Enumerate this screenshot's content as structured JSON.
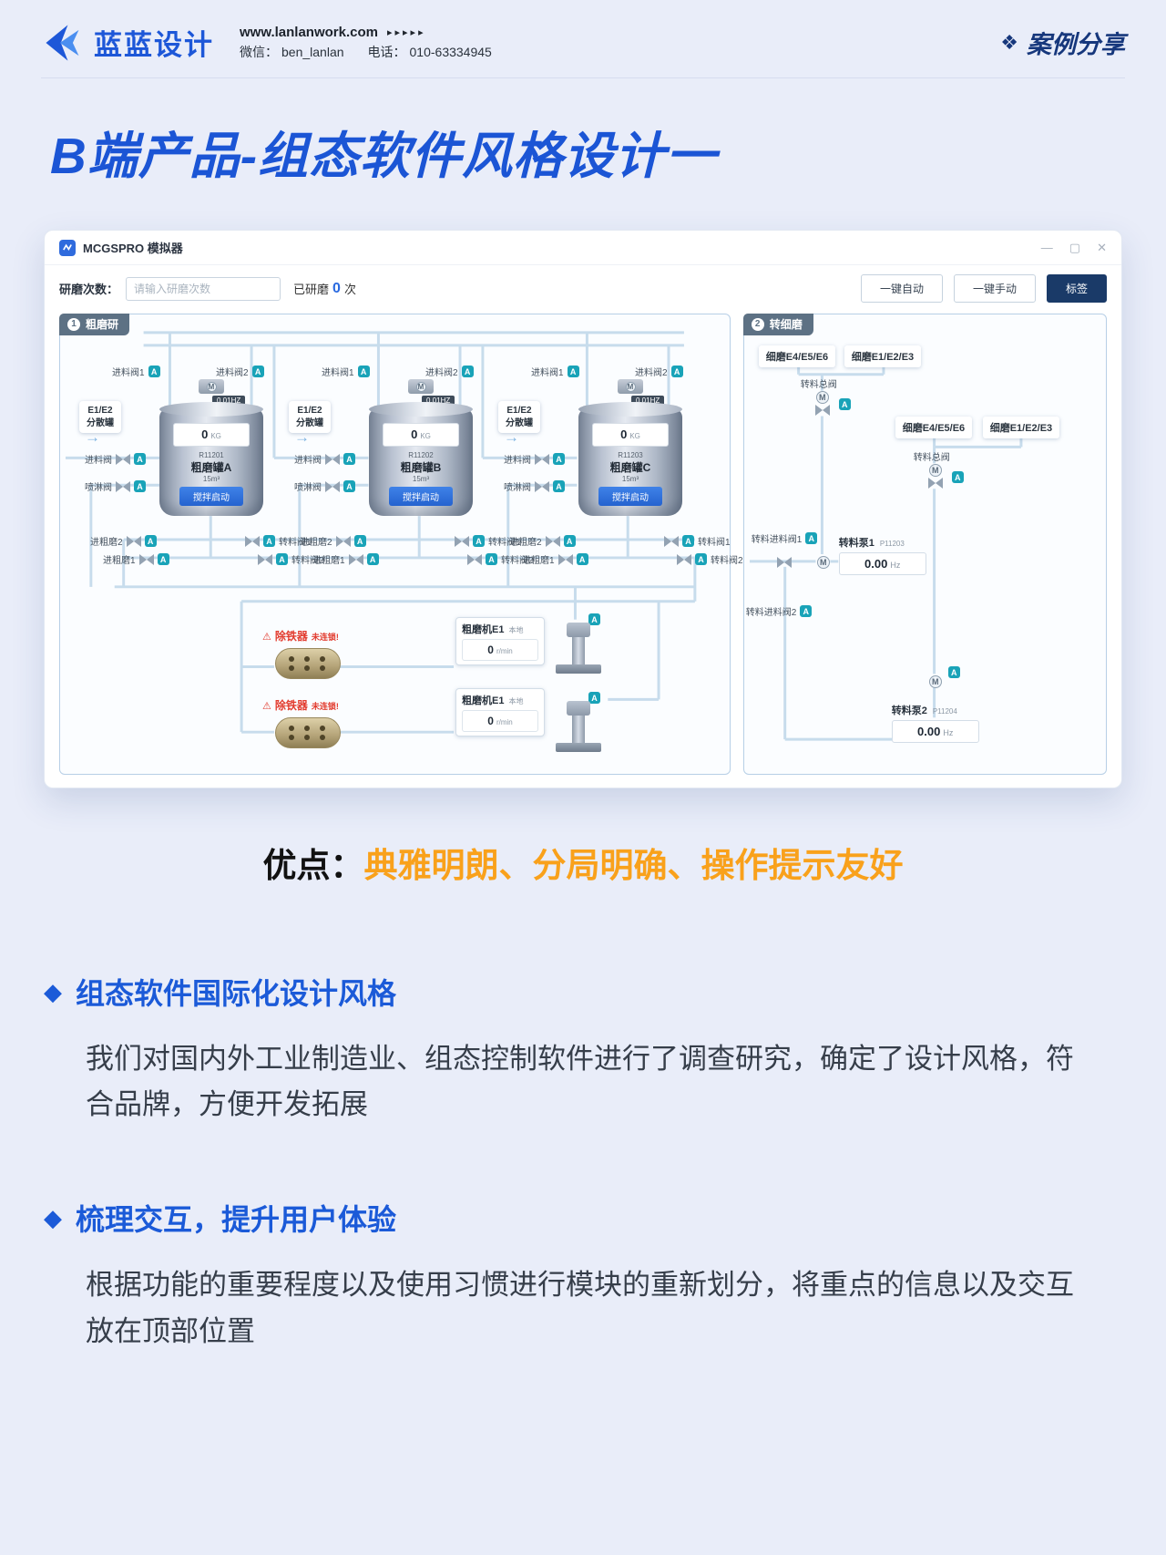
{
  "icons": {
    "minimize": "—",
    "maximize": "▢",
    "close": "✕",
    "warning": "⚠",
    "diamond": "◆",
    "arrow": "→",
    "sparkle": "❖",
    "arrows": "▸▸▸▸▸"
  },
  "page": {
    "header": {
      "logo_text": "蓝蓝设计",
      "website": "www.lanlanwork.com",
      "wechat_label": "微信：",
      "wechat": "ben_lanlan",
      "phone_label": "电话：",
      "phone": "010-63334945",
      "badge": "案例分享"
    },
    "title": "B端产品-组态软件风格设计一",
    "highlight": {
      "prefix": "优点：",
      "text": "典雅明朗、分局明确、操作提示友好"
    },
    "sections": [
      {
        "heading": "组态软件国际化设计风格",
        "body": "我们对国内外工业制造业、组态控制软件进行了调查研究，确定了设计风格，符合品牌，方便开发拓展"
      },
      {
        "heading": "梳理交互，提升用户体验",
        "body": "根据功能的重要程度以及使用习惯进行模块的重新划分，将重点的信息以及交互放在顶部位置"
      }
    ]
  },
  "app": {
    "window_title": "MCGSPRO 模拟器",
    "toolbar": {
      "grind_label": "研磨次数：",
      "input_placeholder": "请输入研磨次数",
      "done_prefix": "已研磨",
      "done_count": "0",
      "done_suffix": "次",
      "btn_auto": "一键自动",
      "btn_manual": "一键手动",
      "btn_tag": "标签"
    },
    "badge": "A",
    "motor_letter": "M",
    "left_panel": {
      "tag_num": "1",
      "title": "粗磨研",
      "tank_labels": {
        "feed1": "进料阀1",
        "feed2": "进料阀2",
        "hz": "0.01HZ",
        "weight": "0",
        "weight_unit": "KG",
        "volume": "15m³",
        "stir_btn": "搅拌启动",
        "disp_line1": "E1/E2",
        "disp_line2": "分散罐",
        "feed": "进料阀",
        "spray": "喷淋阀",
        "in_coarse2": "进粗磨2",
        "in_coarse1": "进粗磨1",
        "transfer1": "转料阀1",
        "transfer2": "转料阀2"
      },
      "tanks": [
        {
          "code": "R11201",
          "name": "粗磨罐A"
        },
        {
          "code": "R11202",
          "name": "粗磨罐B"
        },
        {
          "code": "R11203",
          "name": "粗磨罐C"
        }
      ],
      "iron_remover": {
        "name": "除铁器",
        "status": "未连锁!"
      },
      "mill": {
        "name": "粗磨机E1",
        "mode": "本地",
        "value": "0",
        "unit": "r/min"
      }
    },
    "right_panel": {
      "tag_num": "2",
      "title": "转细磨",
      "fine_group_a": "细磨E4/E5/E6",
      "fine_group_b": "细磨E1/E2/E3",
      "total_valve": "转料总阀",
      "feed_valve1": "转料进料阀1",
      "feed_valve2": "转料进料阀2",
      "pumps": [
        {
          "name": "转料泵1",
          "code": "P11203",
          "value": "0.00",
          "unit": "Hz"
        },
        {
          "name": "转料泵2",
          "code": "P11204",
          "value": "0.00",
          "unit": "Hz"
        }
      ]
    }
  }
}
